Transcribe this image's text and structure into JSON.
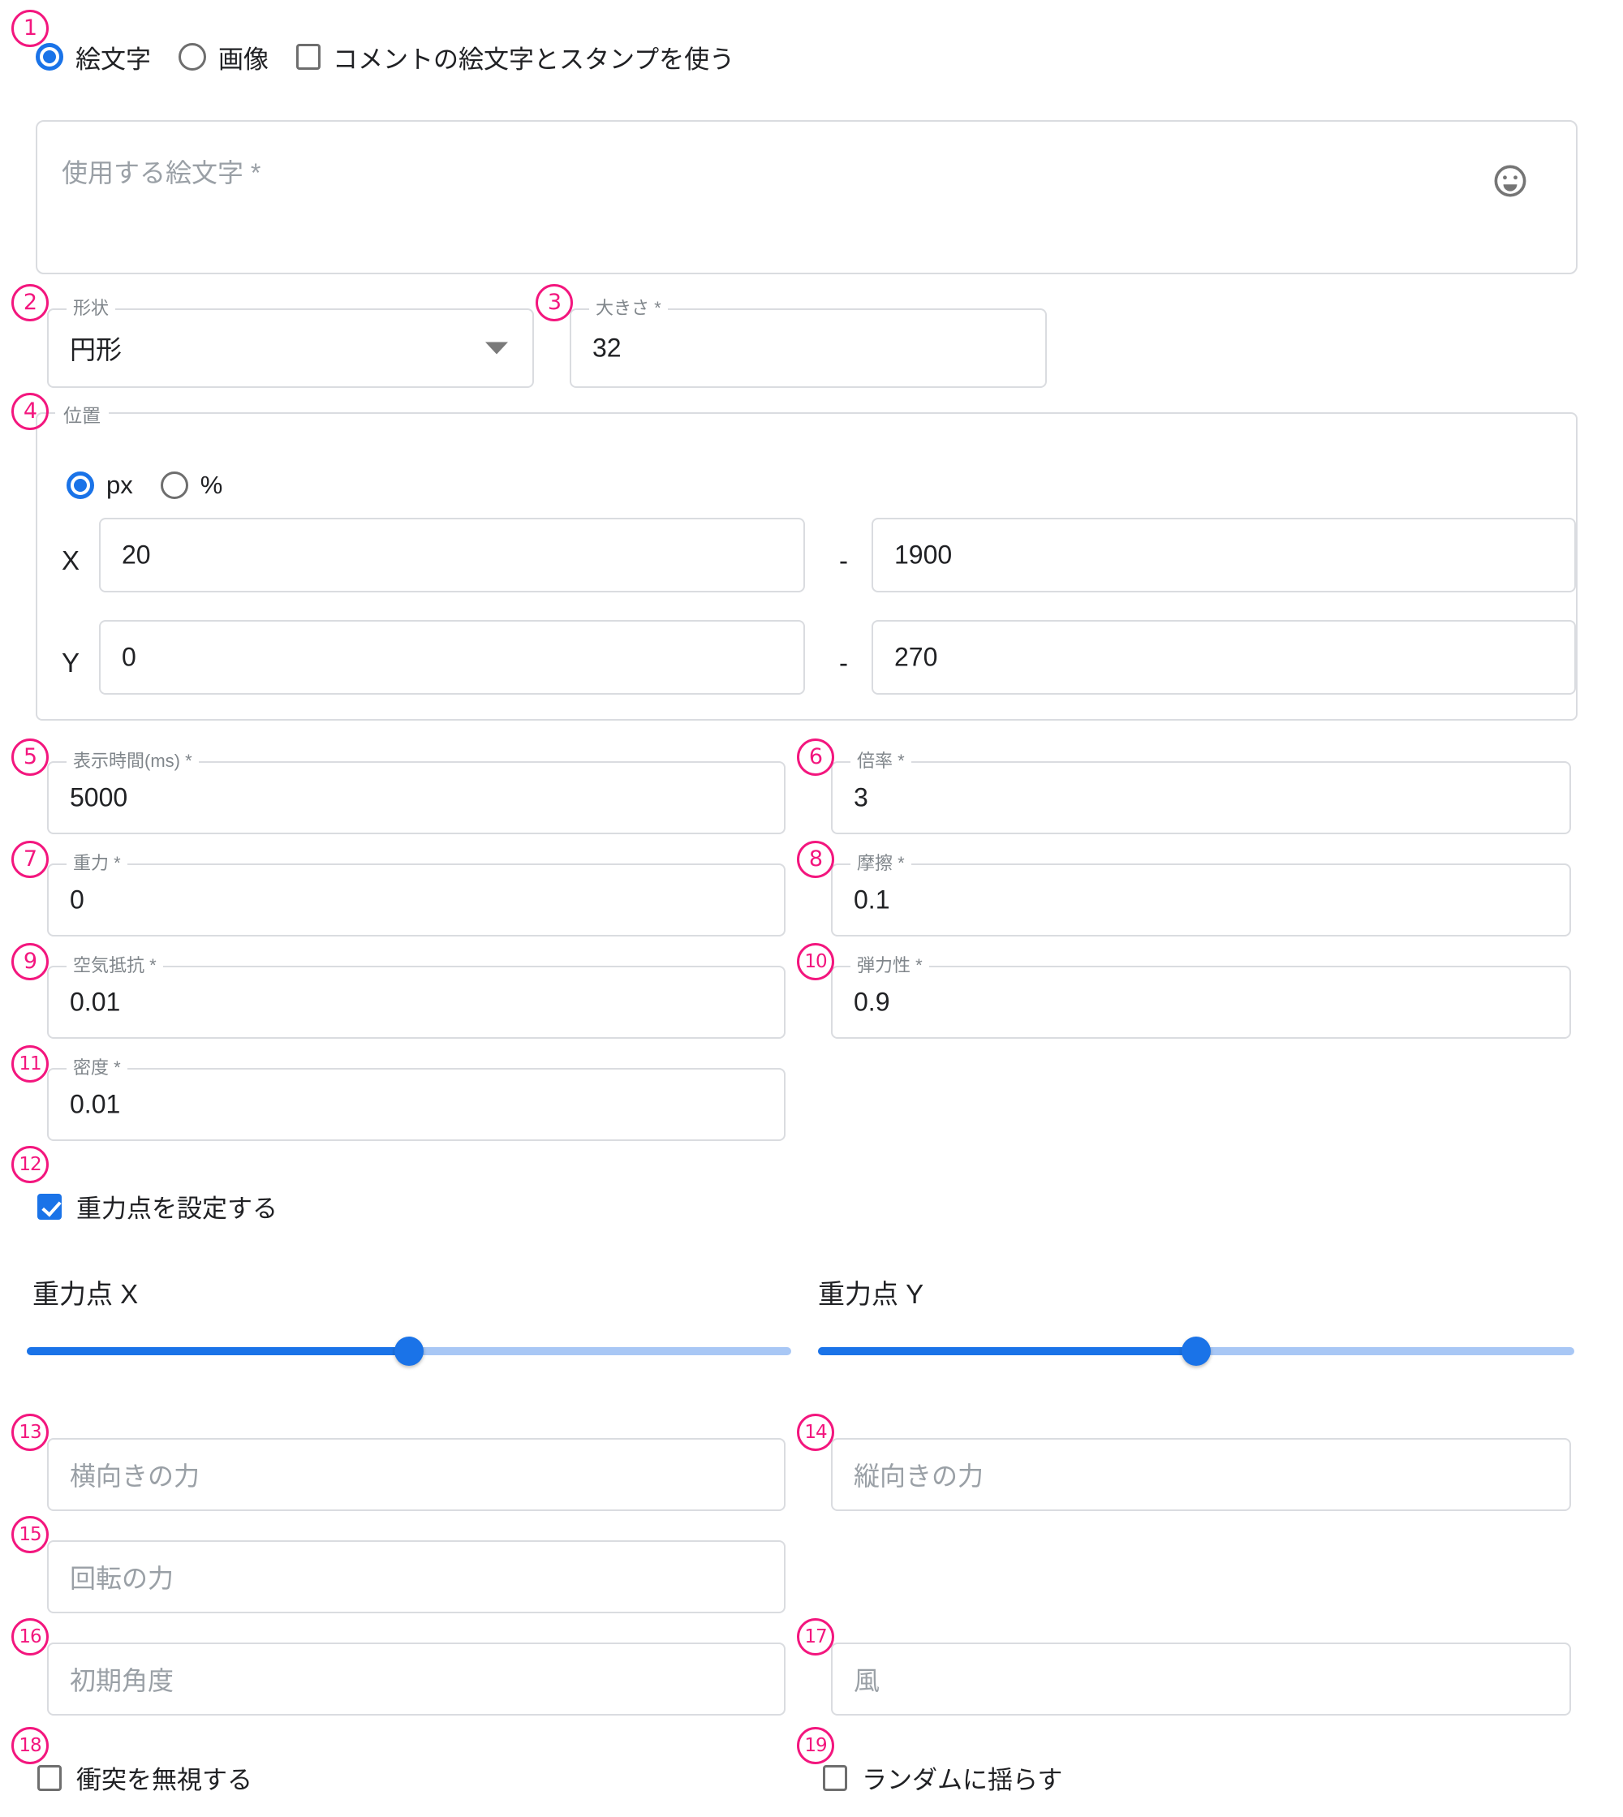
{
  "source_type": {
    "options": [
      {
        "label": "絵文字",
        "selected": true
      },
      {
        "label": "画像",
        "selected": false
      }
    ],
    "use_comment_emoji": {
      "label": "コメントの絵文字とスタンプを使う",
      "checked": false
    }
  },
  "emoji_textarea": {
    "placeholder": "使用する絵文字 *",
    "value": "",
    "picker_icon": "smiley-face-icon"
  },
  "shape": {
    "legend": "形状",
    "value": "円形",
    "caret_icon": "chevron-down-icon",
    "options": [
      "円形"
    ]
  },
  "size": {
    "legend": "大きさ *",
    "value": "32"
  },
  "position": {
    "legend": "位置",
    "unit_options": [
      {
        "label": "px",
        "selected": true
      },
      {
        "label": "%",
        "selected": false
      }
    ],
    "x": {
      "label": "X",
      "min": "20",
      "max": "1900",
      "separator": "-"
    },
    "y": {
      "label": "Y",
      "min": "0",
      "max": "270",
      "separator": "-"
    }
  },
  "duration": {
    "legend": "表示時間(ms) *",
    "value": "5000"
  },
  "scale": {
    "legend": "倍率 *",
    "value": "3"
  },
  "gravity": {
    "legend": "重力 *",
    "value": "0"
  },
  "friction": {
    "legend": "摩擦 *",
    "value": "0.1"
  },
  "air_resistance": {
    "legend": "空気抵抗 *",
    "value": "0.01"
  },
  "restitution": {
    "legend": "弾力性 *",
    "value": "0.9"
  },
  "density": {
    "legend": "密度 *",
    "value": "0.01"
  },
  "gravity_point_toggle": {
    "label": "重力点を設定する",
    "checked": true
  },
  "gravity_point_x": {
    "label": "重力点 X",
    "percent": 50
  },
  "gravity_point_y": {
    "label": "重力点 Y",
    "percent": 50
  },
  "force_x": {
    "placeholder": "横向きの力",
    "value": ""
  },
  "force_y": {
    "placeholder": "縦向きの力",
    "value": ""
  },
  "torque": {
    "placeholder": "回転の力",
    "value": ""
  },
  "initial_angle": {
    "placeholder": "初期角度",
    "value": ""
  },
  "wind": {
    "placeholder": "風",
    "value": ""
  },
  "ignore_collision": {
    "label": "衝突を無視する",
    "checked": false
  },
  "random_shake": {
    "label": "ランダムに揺らす",
    "checked": false
  },
  "annotations": {
    "n1": "1",
    "n2": "2",
    "n3": "3",
    "n4": "4",
    "n5": "5",
    "n6": "6",
    "n7": "7",
    "n8": "8",
    "n9": "9",
    "n10": "10",
    "n11": "11",
    "n12": "12",
    "n13": "13",
    "n14": "14",
    "n15": "15",
    "n16": "16",
    "n17": "17",
    "n18": "18",
    "n19": "19"
  },
  "colors": {
    "accent": "#1a73e8",
    "annotation": "#f3167e",
    "border": "#dadce0",
    "placeholder": "#9aa0a6",
    "label": "#80868b"
  }
}
